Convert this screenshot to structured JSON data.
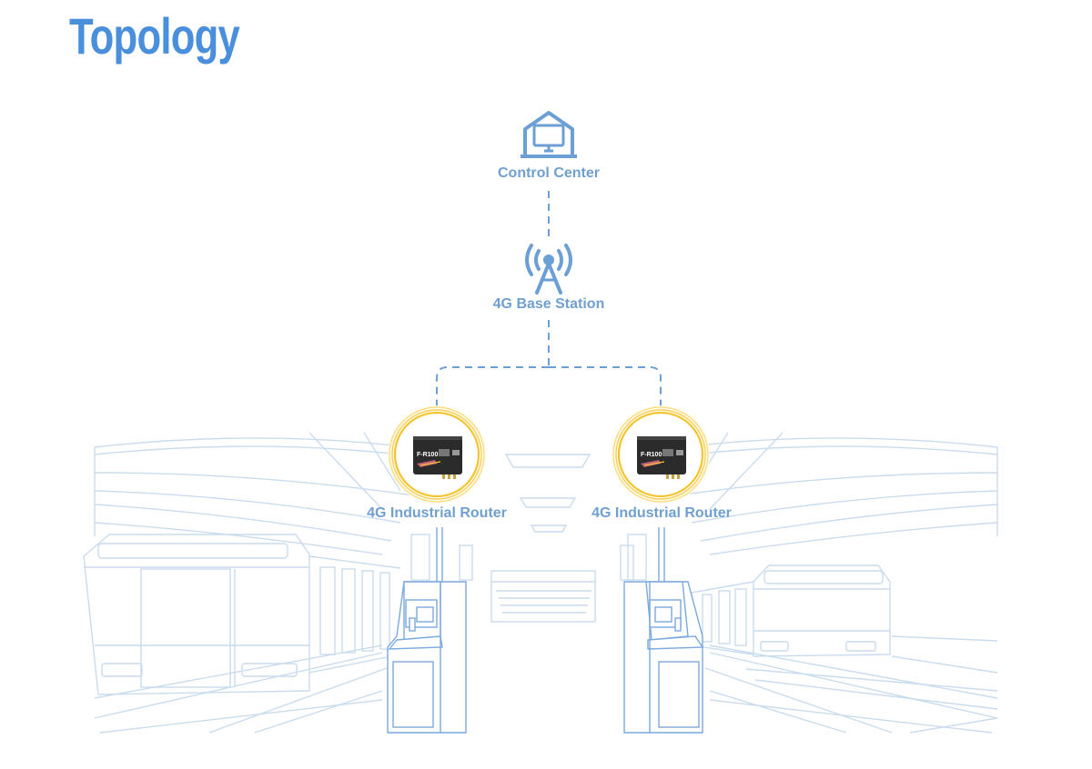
{
  "title": "Topology",
  "colors": {
    "title": "#4a8fdc",
    "label": "#6fa0d0",
    "icon": "#6b9fd6",
    "line": "#6b9fd6",
    "background_sketch": "#c9dcee",
    "kiosk": "#7aa9dd",
    "router_ring": "#f4c430",
    "router_body": "#2b2b2b"
  },
  "nodes": {
    "control_center": {
      "label": "Control Center",
      "icon": "building-monitor-icon"
    },
    "base_station": {
      "label": "4G Base Station",
      "icon": "cell-tower-icon"
    },
    "routers": [
      {
        "label": "4G Industrial Router",
        "model": "F-R100",
        "icon": "router-icon"
      },
      {
        "label": "4G Industrial Router",
        "model": "F-R100",
        "icon": "router-icon"
      }
    ]
  }
}
